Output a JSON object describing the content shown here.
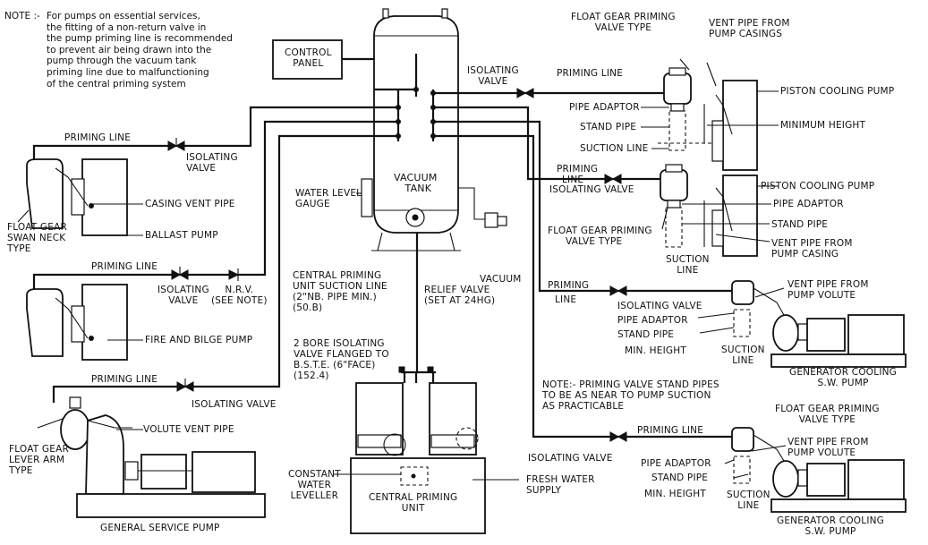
{
  "note_top": {
    "prefix": "NOTE :-",
    "lines": [
      "For pumps on essential services,",
      "the fitting of a non-return valve in",
      "the pump priming line is recommended",
      "to prevent air being drawn into the",
      "pump through the vacuum tank",
      "priming line due to malfunctioning",
      "of the central priming system"
    ]
  },
  "note_bottom": {
    "lines": [
      "NOTE:- PRIMING VALVE STAND PIPES",
      "TO BE AS NEAR TO PUMP SUCTION",
      "AS PRACTICABLE"
    ]
  },
  "tank": {
    "control_panel": [
      "CONTROL",
      "PANEL"
    ],
    "name": [
      "VACUUM",
      "TANK"
    ],
    "water_level_gauge": [
      "WATER LEVEL",
      "GAUGE"
    ],
    "vacuum_relief_valve": [
      "VACUUM",
      "RELIEF VALVE",
      "(SET AT 24HG)"
    ],
    "suction_line": [
      "CENTRAL PRIMING",
      "UNIT SUCTION LINE",
      "(2\"NB. PIPE MIN.)",
      "(50.B)"
    ],
    "isolating_valve_flanged": [
      "2 BORE ISOLATING",
      "VALVE FLANGED TO",
      "B.S.T.E. (6\"FACE)",
      "(152.4)"
    ],
    "unit": [
      "CENTRAL PRIMING",
      "UNIT"
    ],
    "constant_water_leveller": [
      "CONSTANT",
      "WATER",
      "LEVELLER"
    ],
    "fresh_water_supply": [
      "FRESH WATER",
      "SUPPLY"
    ]
  },
  "left": {
    "ballast": {
      "priming_line": "PRIMING LINE",
      "isolating_valve": [
        "ISOLATING",
        "VALVE"
      ],
      "casing_vent_pipe": "CASING VENT PIPE",
      "pump": "BALLAST PUMP",
      "float_gear": [
        "FLOAT GEAR",
        "SWAN NECK",
        "TYPE"
      ]
    },
    "fire": {
      "priming_line": "PRIMING LINE",
      "isolating_valve": [
        "ISOLATING",
        "VALVE"
      ],
      "nrv": [
        "N.R.V.",
        "(SEE NOTE)"
      ],
      "pump": "FIRE AND BILGE PUMP"
    },
    "general": {
      "priming_line": "PRIMING LINE",
      "isolating_valve": "ISOLATING VALVE",
      "volute_vent_pipe": "VOLUTE VENT PIPE",
      "float_gear": [
        "FLOAT GEAR",
        "LEVER ARM",
        "TYPE"
      ],
      "pump": "GENERAL SERVICE PUMP"
    }
  },
  "right": {
    "piston1": {
      "float_gear": [
        "FLOAT GEAR PRIMING",
        "VALVE TYPE"
      ],
      "vent_pipe": [
        "VENT PIPE FROM",
        "PUMP CASINGS"
      ],
      "isolating_valve": [
        "ISOLATING",
        "VALVE"
      ],
      "priming_line": "PRIMING LINE",
      "pump": "PISTON COOLING PUMP",
      "pipe_adaptor": "PIPE ADAPTOR",
      "stand_pipe": "STAND PIPE",
      "minimum_height": "MINIMUM HEIGHT",
      "suction_line": "SUCTION LINE"
    },
    "piston2": {
      "priming_line": [
        "PRIMING",
        "LINE"
      ],
      "isolating_valve": "ISOLATING VALVE",
      "pump": "PISTON COOLING PUMP",
      "pipe_adaptor": "PIPE ADAPTOR",
      "stand_pipe": "STAND PIPE",
      "float_gear": [
        "FLOAT GEAR PRIMING",
        "VALVE TYPE"
      ],
      "vent_pipe": [
        "VENT PIPE FROM",
        "PUMP CASING"
      ],
      "suction_line": [
        "SUCTION",
        "LINE"
      ]
    },
    "gen1": {
      "priming_line": [
        "PRIMING",
        "LINE"
      ],
      "isolating_valve": "ISOLATING VALVE",
      "vent_pipe": [
        "VENT PIPE FROM",
        "PUMP VOLUTE"
      ],
      "pipe_adaptor": "PIPE ADAPTOR",
      "stand_pipe": "STAND PIPE",
      "min_height": "MIN. HEIGHT",
      "suction_line": [
        "SUCTION",
        "LINE"
      ],
      "pump": [
        "GENERATOR COOLING",
        "S.W. PUMP"
      ]
    },
    "gen2": {
      "float_gear": [
        "FLOAT GEAR PRIMING",
        "VALVE TYPE"
      ],
      "isolating_valve": "ISOLATING VALVE",
      "priming_line": "PRIMING LINE",
      "vent_pipe": [
        "VENT PIPE FROM",
        "PUMP VOLUTE"
      ],
      "pipe_adaptor": "PIPE ADAPTOR",
      "stand_pipe": "STAND PIPE",
      "min_height": "MIN. HEIGHT",
      "suction_line": [
        "SUCTION",
        "LINE"
      ],
      "pump": [
        "GENERATOR COOLING",
        "S.W. PUMP"
      ]
    }
  }
}
